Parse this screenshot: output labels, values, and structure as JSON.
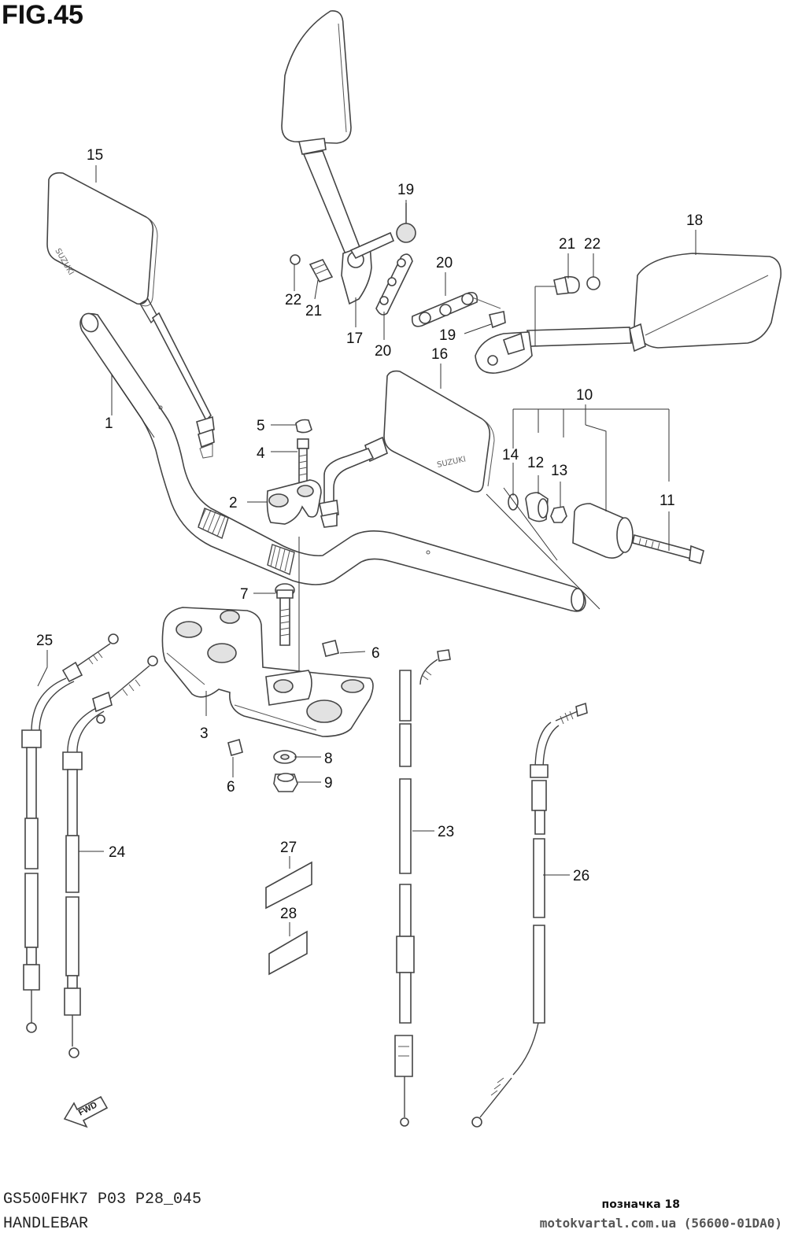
{
  "figure": {
    "title": "FIG.45"
  },
  "footer": {
    "code": "GS500FHK7 P03 P28_045",
    "name": "HANDLEBAR",
    "mark": "позначка 18",
    "watermark": "motokvartal.com.ua (56600-01DA0)"
  },
  "brand_text": "SUZUKI",
  "fwd_label": "FWD",
  "callouts": {
    "c1": "1",
    "c2": "2",
    "c3": "3",
    "c4": "4",
    "c5": "5",
    "c6a": "6",
    "c6b": "6",
    "c7": "7",
    "c8": "8",
    "c9": "9",
    "c10": "10",
    "c11": "11",
    "c12": "12",
    "c13": "13",
    "c14": "14",
    "c15": "15",
    "c16": "16",
    "c17": "17",
    "c18": "18",
    "c19a": "19",
    "c19b": "19",
    "c20a": "20",
    "c20b": "20",
    "c21a": "21",
    "c21b": "21",
    "c22a": "22",
    "c22b": "22",
    "c23": "23",
    "c24": "24",
    "c25": "25",
    "c26": "26",
    "c27": "27",
    "c28": "28"
  },
  "colors": {
    "line": "#444444",
    "shade": "#e2e2e2",
    "background": "#ffffff"
  }
}
